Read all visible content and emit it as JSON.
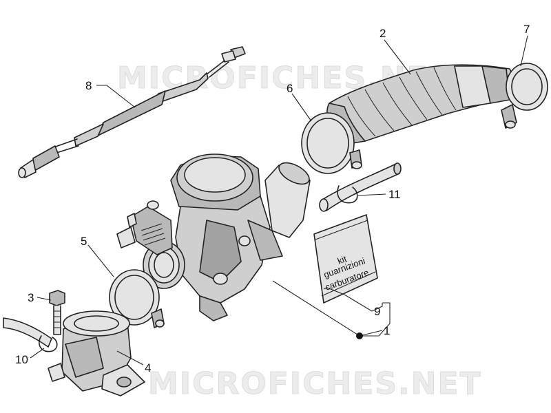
{
  "watermark": "MICROFICHES.NET",
  "labels": {
    "p1": "1",
    "p2": "2",
    "p3": "3",
    "p4": "4",
    "p5": "5",
    "p6": "6",
    "p7": "7",
    "p8": "8",
    "p9": "9",
    "p10": "10",
    "p11": "11"
  },
  "kit_bag": {
    "line1": "kit",
    "line2": "guarnizioni",
    "line3": "carburatore"
  }
}
